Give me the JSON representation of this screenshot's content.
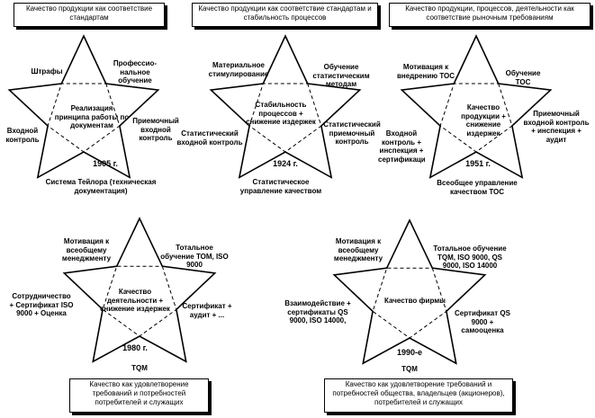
{
  "stars": [
    {
      "caption": "Качество продукции как соответствие стандартам",
      "center": "Реализация принципа работы по документам",
      "year": "1905 г.",
      "left_upper": "Штрафы",
      "right_upper": "Профессио-нальное обучение",
      "left_lower": "Входной контроль",
      "right_lower": "Приемочный входной контроль",
      "bottom": "Система Тейлора (техническая документация)"
    },
    {
      "caption": "Качество продукции как соответствие стандартам и стабильность процессов",
      "center": "Стабильность процессов + снижение издержек",
      "year": "1924 г.",
      "left_upper": "Материальное стимулирование",
      "right_upper": "Обучение статистическим методам",
      "left_lower": "Статистический входной контроль",
      "right_lower": "Статистический приемочный контроль",
      "bottom": "Статистическое управление качеством"
    },
    {
      "caption": "Качество продукции, процессов, деятельности как соответствие рыночным требованиям",
      "center": "Качество продукции + снижение издержек",
      "year": "1951 г.",
      "left_upper": "Мотивация к внедрению ТОС",
      "right_upper": "Обучение ТОС",
      "left_lower": "Входной контроль + инспекция + сертификация",
      "right_lower": "Приемочный входной контроль + инспекция + аудит",
      "bottom": "Всеобщее управление качеством ТОС"
    },
    {
      "caption": "Качество как удовлетворение требований и потребностей потребителей и служащих",
      "center": "Качество деятельности + снижение издержек",
      "year": "1980 г.",
      "left_upper": "Мотивация к всеобщему менеджменту",
      "right_upper": "Тотальное обучение ТОМ, ISO 9000",
      "left_lower": "Сотрудничество + Сертификат ISO 9000 + Оценка",
      "right_lower": "Сертификат + аудит + ...",
      "bottom": "TQM"
    },
    {
      "caption": "Качество как удовлетворение требований и потребностей общества, владельцев (акционеров), потребителей и служащих",
      "center": "Качество фирмы",
      "year": "1990-е",
      "left_upper": "Мотивация к всеобщему менеджменту",
      "right_upper": "Тотальное обучение TQM, ISO 9000, QS 9000, ISO 14000",
      "left_lower": "Взаимодействие + сертификаты QS 9000, ISO 14000,",
      "right_lower": "Сертификат QS 9000 + самооценка",
      "bottom": "TQM"
    }
  ]
}
